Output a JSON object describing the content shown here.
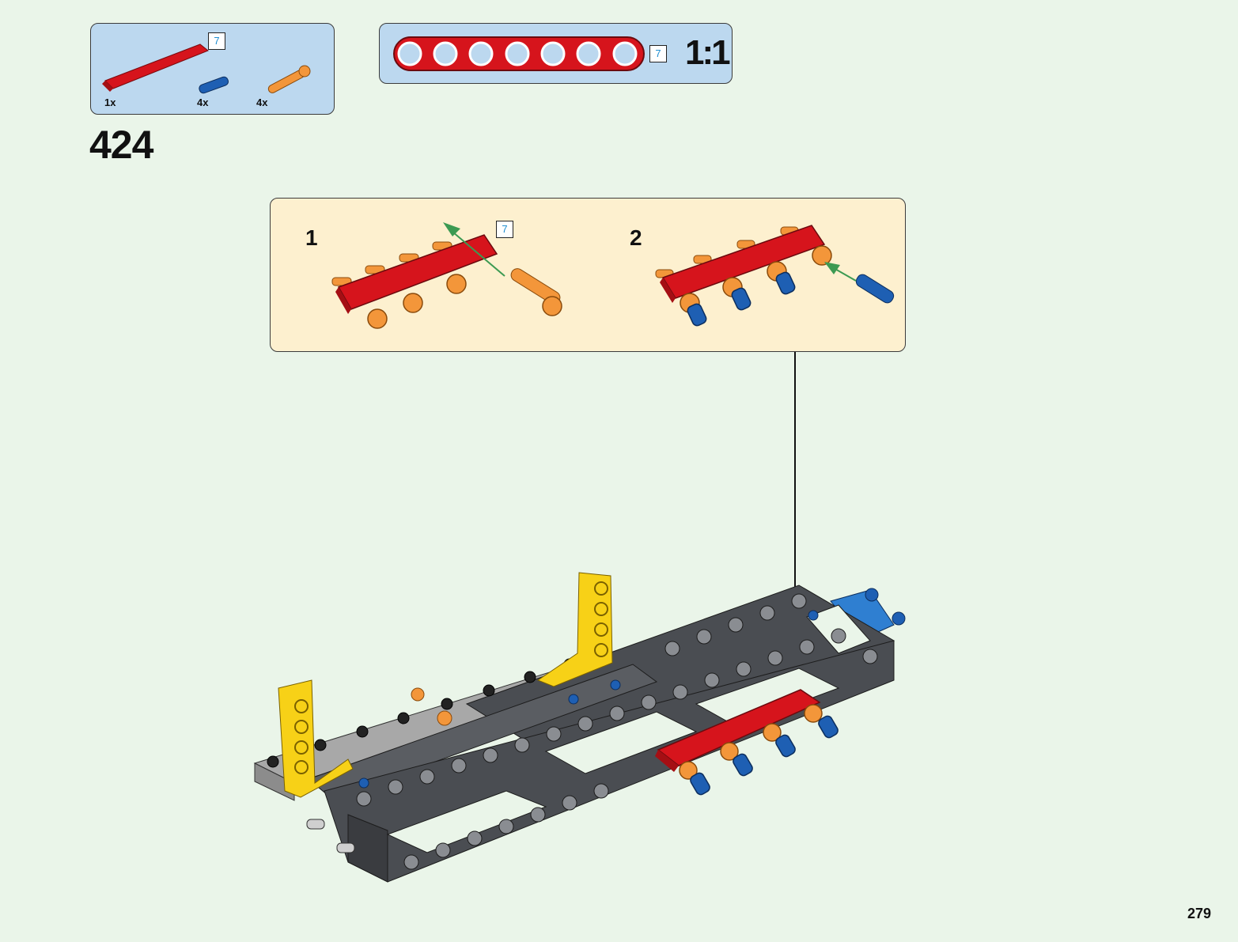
{
  "parts_list": {
    "items": [
      {
        "name": "red-beam-7",
        "quantity": "1x",
        "length_badge": "7",
        "color": "#d6141c"
      },
      {
        "name": "blue-axle-pin",
        "quantity": "4x",
        "color": "#1e5fb3"
      },
      {
        "name": "orange-long-pin",
        "quantity": "4x",
        "color": "#f3963a"
      }
    ]
  },
  "scale_guide": {
    "length_badge": "7",
    "ratio": "1:1",
    "holes": 7
  },
  "step": {
    "number": "424"
  },
  "sub_assembly": {
    "substeps": [
      {
        "number": "1",
        "length_badge": "7"
      },
      {
        "number": "2"
      }
    ]
  },
  "colors": {
    "background": "#eaf5e9",
    "parts_box": "#bcd8ef",
    "sub_box": "#fdf0cf",
    "red_beam": "#d6141c",
    "orange_pin": "#f3963a",
    "blue_pin": "#1e5fb3",
    "yellow_beam": "#f7d117",
    "dark_frame": "#4a4d52",
    "light_grey": "#a8a8a8",
    "arrow_green": "#3c9a52"
  },
  "page": {
    "number": "279"
  }
}
